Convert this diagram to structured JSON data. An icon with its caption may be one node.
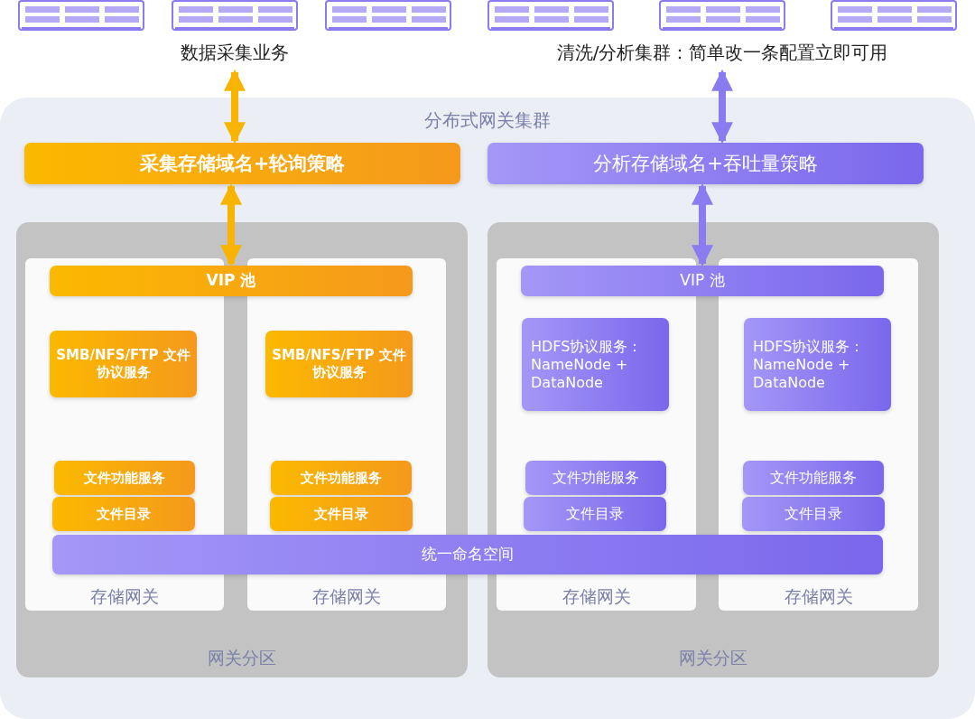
{
  "diagram": {
    "nodes": [
      {
        "text": [
          "数据采集业务"
        ]
      },
      {
        "text": [
          "清洗/分析集群：简单改一条配置立即可用"
        ]
      },
      {
        "text": [
          "分布式网关集群"
        ]
      },
      {
        "text": [
          "采集存储域名+轮询策略"
        ],
        "in": 2
      },
      {
        "text": [
          "分析存储域名+吞吐量策略"
        ],
        "in": 2
      },
      {
        "text": [
          "网关分区"
        ],
        "in": 2
      },
      {
        "text": [
          "VIP 池"
        ],
        "in": 5
      },
      {
        "text": [
          "存储网关"
        ],
        "in": 5
      },
      {
        "text": [
          "SMB/NFS/FTP 文件协议服务"
        ],
        "in": 7
      },
      {
        "text": [
          "文件功能服务"
        ],
        "in": 7
      },
      {
        "text": [
          "文件目录"
        ],
        "in": 7
      },
      {
        "text": [
          "存储网关"
        ],
        "in": 5
      },
      {
        "text": [
          "SMB/NFS/FTP 文件协议服务"
        ],
        "in": 11
      },
      {
        "text": [
          "文件功能服务"
        ],
        "in": 11
      },
      {
        "text": [
          "文件目录"
        ],
        "in": 11
      },
      {
        "text": [
          "网关分区"
        ],
        "in": 2
      },
      {
        "text": [
          "VIP 池"
        ],
        "in": 15
      },
      {
        "text": [
          "存储网关"
        ],
        "in": 15
      },
      {
        "text": [
          "HDFS协议服务：NameNode + DataNode"
        ],
        "in": 17
      },
      {
        "text": [
          "文件功能服务"
        ],
        "in": 17
      },
      {
        "text": [
          "文件目录"
        ],
        "in": 17
      },
      {
        "text": [
          "存储网关"
        ],
        "in": 15
      },
      {
        "text": [
          "HDFS协议服务：NameNode + DataNode"
        ],
        "in": 21
      },
      {
        "text": [
          "文件功能服务"
        ],
        "in": 21
      },
      {
        "text": [
          "文件目录"
        ],
        "in": 21
      },
      {
        "text": [
          "统一命名空间"
        ],
        "in": 2
      }
    ],
    "edges": [
      {
        "from": 0,
        "to": 3,
        "arrow": "both",
        "color": "#f8b400"
      },
      {
        "from": 3,
        "to": 6,
        "arrow": "both",
        "color": "#f8b400"
      },
      {
        "from": 1,
        "to": 4,
        "arrow": "both",
        "color": "#8a7cf0"
      },
      {
        "from": 4,
        "to": 16,
        "arrow": "both",
        "color": "#8a7cf0"
      }
    ]
  }
}
